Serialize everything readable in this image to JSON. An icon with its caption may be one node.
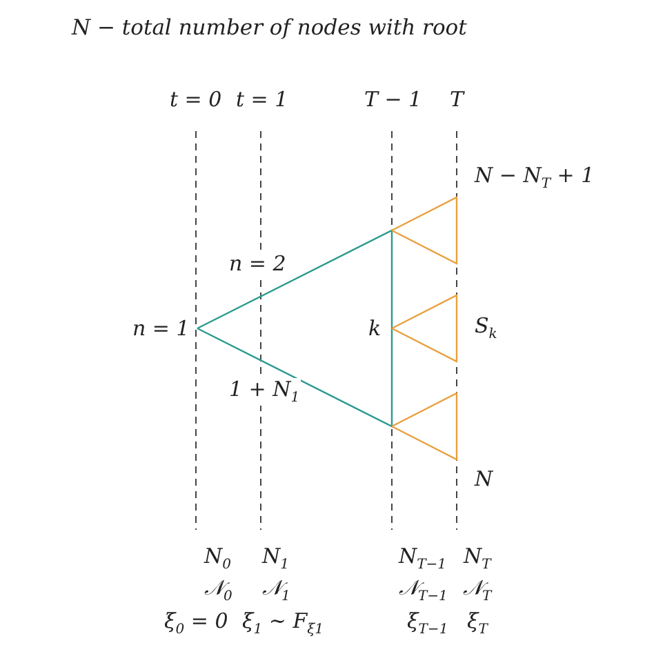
{
  "diagram": {
    "title": "N − total number of nodes with root",
    "labels": [
      "t = 0",
      "t = 1",
      "T − 1",
      "T",
      "N − N$_{T}$ + 1",
      "n = 2",
      "n = 1",
      "k",
      "S$_{k}$",
      "1 + N$_{1}$",
      "N",
      "N$_{0}$",
      "N$_{1}$",
      "N$_{T−1}$",
      "N$_{T}$",
      "𝒩$_{0}$",
      "𝒩$_{1}$",
      "𝒩$_{T−1}$",
      "𝒩$_{T}$",
      "ξ$_{0}$ = 0",
      "ξ$_{1}$ ∼ F$_{ξ1}$",
      "ξ$_{T−1}$",
      "ξ$_{T}$"
    ]
  }
}
